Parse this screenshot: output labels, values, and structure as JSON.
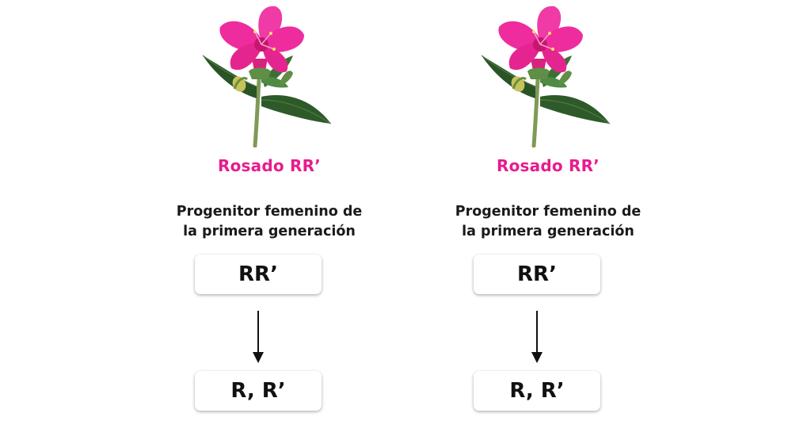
{
  "parents": [
    {
      "phenotype": "Rosado RR’",
      "caption_line1": "Progenitor femenino de",
      "caption_line2": "la primera generación",
      "genotype": "RR’",
      "gametes": "R, R’"
    },
    {
      "phenotype": "Rosado RR’",
      "caption_line1": "Progenitor femenino de",
      "caption_line2": "la primera generación",
      "genotype": "RR’",
      "gametes": "R, R’"
    }
  ],
  "colors": {
    "phenotype_text": "#e81b8e",
    "petal": "#ee2c9e",
    "leaf": "#2e5a2a",
    "stem": "#7f9a55"
  },
  "icons": {
    "flower": "pink-four-oclock-flower-icon",
    "arrow": "arrow-down-icon"
  }
}
